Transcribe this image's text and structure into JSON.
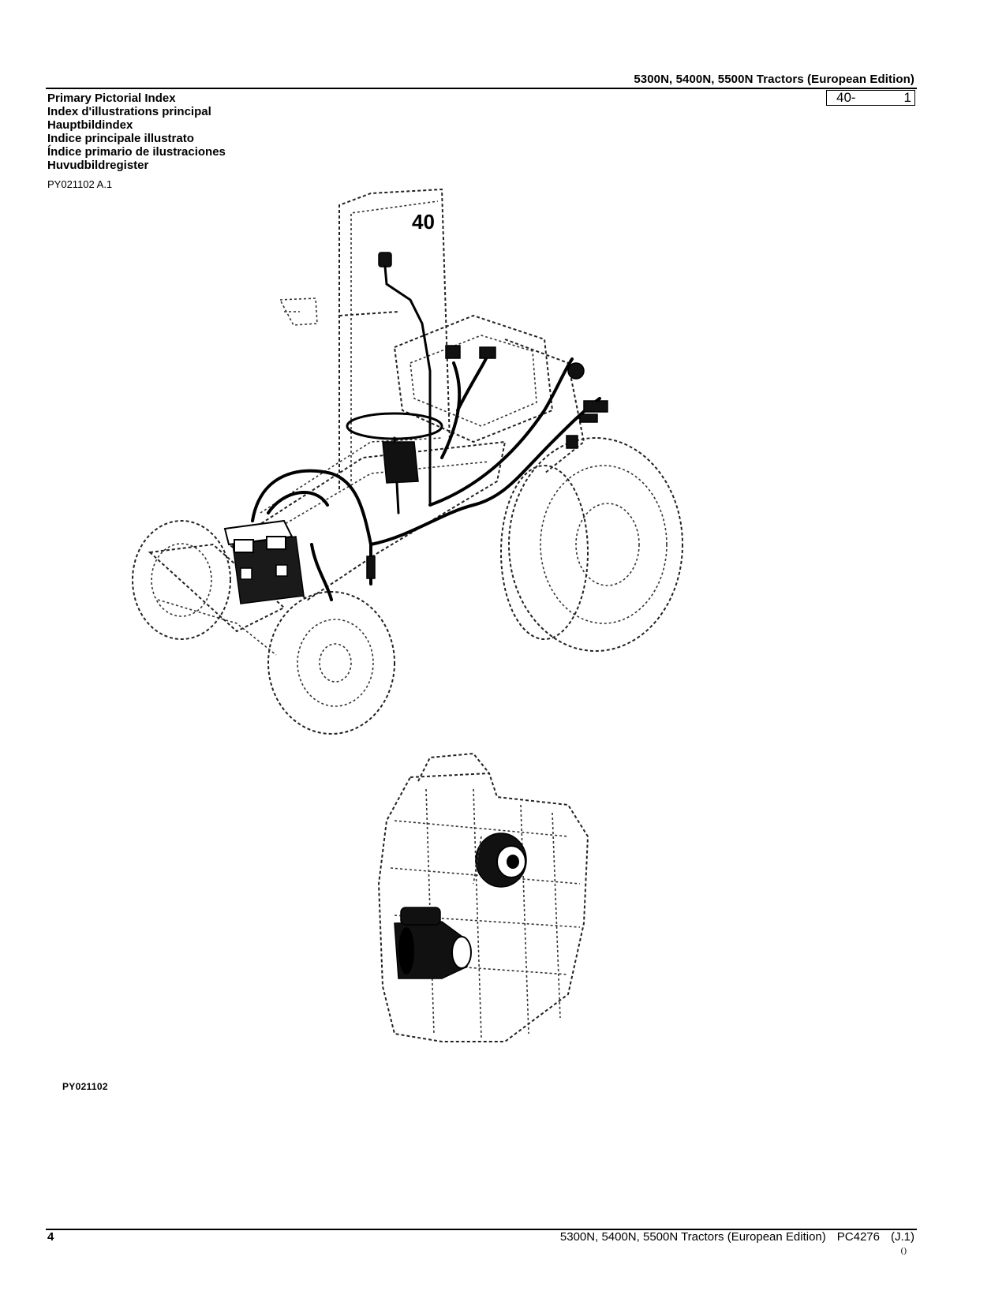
{
  "header": {
    "title": "5300N, 5400N, 5500N Tractors (European Edition)",
    "section": "40-",
    "page": "1"
  },
  "titles": [
    "Primary Pictorial Index",
    "Index d'illustrations principal",
    "Hauptbildindex",
    "Indice principale illustrato",
    "Índice primario de ilustraciones",
    "Huvudbildregister"
  ],
  "reference_code": "PY021102 A.1",
  "section_number": "40",
  "figure_code": "PY021102",
  "footer": {
    "page_number": "4",
    "title": "5300N, 5400N, 5500N Tractors (European Edition)",
    "catalog": "PC4276",
    "revision": "(J.1)",
    "mark": "()"
  }
}
